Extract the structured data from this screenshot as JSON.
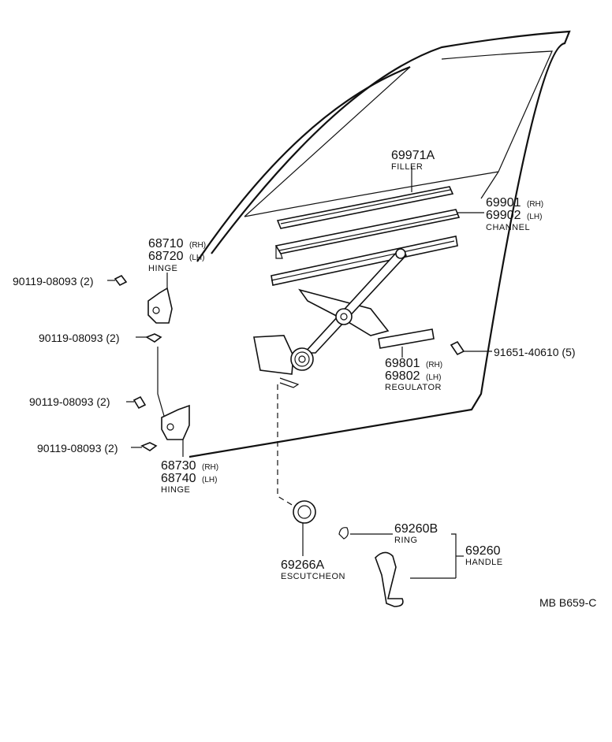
{
  "labels": {
    "filler": {
      "num": "69971A",
      "cap": "FILLER"
    },
    "channel": {
      "num1": "69901",
      "suf1": "(RH)",
      "num2": "69902",
      "suf2": "(LH)",
      "cap": "CHANNEL"
    },
    "hinge_upper": {
      "num1": "68710",
      "suf1": "(RH)",
      "num2": "68720",
      "suf2": "(LH)",
      "cap": "HINGE"
    },
    "hinge_lower": {
      "num1": "68730",
      "suf1": "(RH)",
      "num2": "68740",
      "suf2": "(LH)",
      "cap": "HINGE"
    },
    "regulator": {
      "num1": "69801",
      "suf1": "(RH)",
      "num2": "69802",
      "suf2": "(LH)",
      "cap": "REGULATOR"
    },
    "bolt1": "90119-08093 (2)",
    "bolt2": "90119-08093 (2)",
    "bolt3": "90119-08093 (2)",
    "bolt4": "90119-08093 (2)",
    "screw": "91651-40610 (5)",
    "ring": {
      "num": "69260B",
      "cap": "RING"
    },
    "handle": {
      "num": "69260",
      "cap": "HANDLE"
    },
    "escutcheon": {
      "num": "69266A",
      "cap": "ESCUTCHEON"
    },
    "code": "MB  B659-C"
  }
}
